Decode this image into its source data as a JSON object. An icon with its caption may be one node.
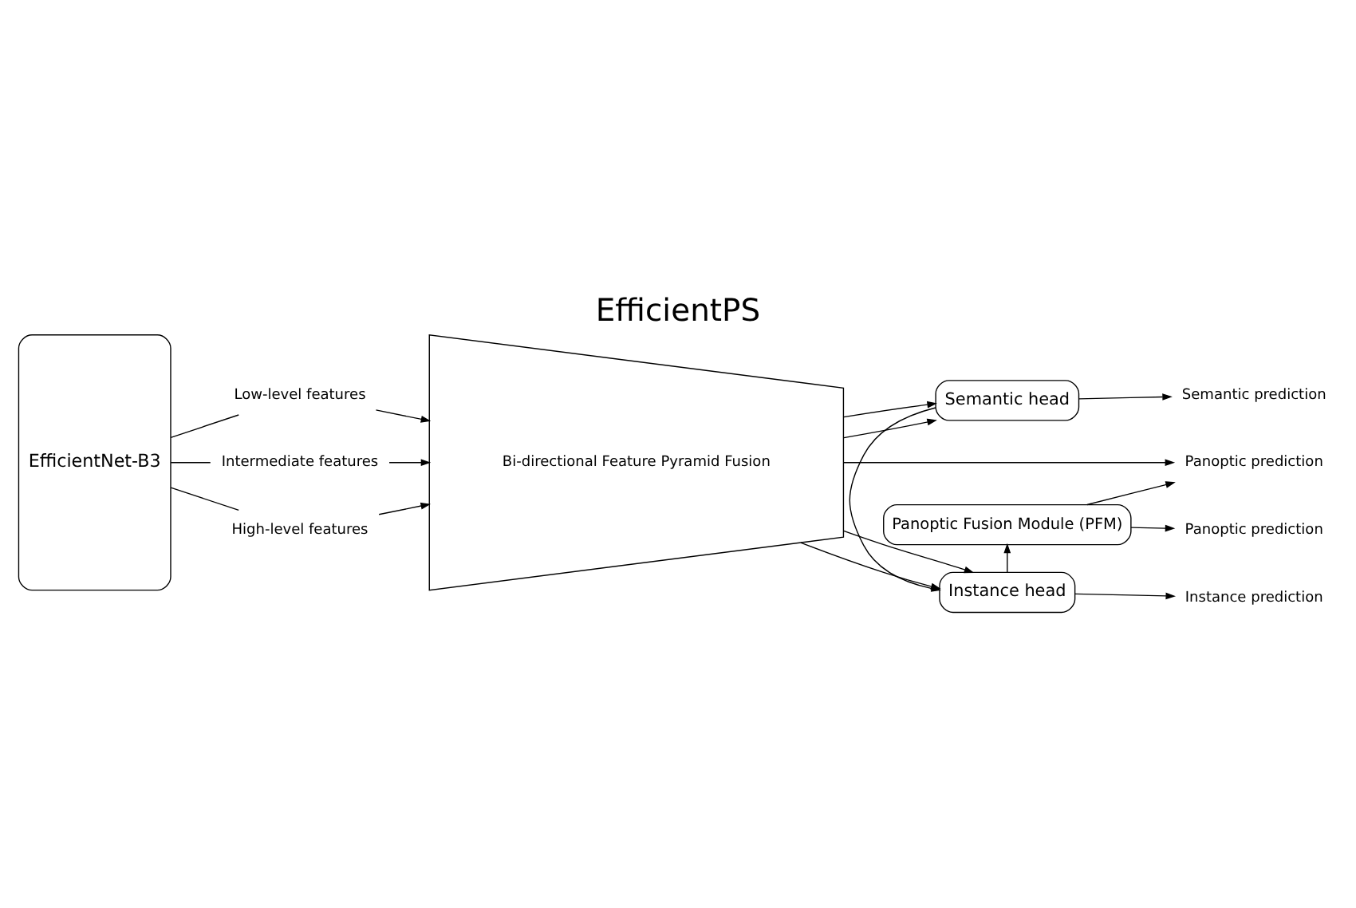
{
  "diagram": {
    "title": "EfficientPS",
    "nodes": [
      {
        "text": [
          "EfficientNet-B3"
        ]
      },
      {
        "text": [
          "Low-level features"
        ]
      },
      {
        "text": [
          "Intermediate features"
        ]
      },
      {
        "text": [
          "High-level features"
        ]
      },
      {
        "text": [
          "Bi-directional Feature Pyramid Fusion"
        ]
      },
      {
        "text": [
          "Semantic head"
        ]
      },
      {
        "text": [
          "Instance head"
        ]
      },
      {
        "text": [
          "Panoptic Fusion Module (PFM)"
        ]
      },
      {
        "text": [
          "Semantic prediction"
        ]
      },
      {
        "text": [
          "Instance prediction"
        ]
      },
      {
        "text": [
          "Panoptic prediction"
        ]
      },
      {
        "text": [
          "Panoptic prediction"
        ]
      }
    ],
    "edges": [
      {
        "from": 0,
        "to": 1,
        "arrow": "none"
      },
      {
        "from": 0,
        "to": 2,
        "arrow": "none"
      },
      {
        "from": 0,
        "to": 3,
        "arrow": "none"
      },
      {
        "from": 1,
        "to": 4,
        "arrow": "to"
      },
      {
        "from": 2,
        "to": 4,
        "arrow": "to"
      },
      {
        "from": 3,
        "to": 4,
        "arrow": "to"
      },
      {
        "from": 4,
        "to": 5,
        "arrow": "to"
      },
      {
        "from": 4,
        "to": 5,
        "arrow": "to"
      },
      {
        "from": 4,
        "to": 6,
        "arrow": "to"
      },
      {
        "from": 4,
        "to": 6,
        "arrow": "to"
      },
      {
        "from": 5,
        "to": 6,
        "arrow": "to"
      },
      {
        "from": 6,
        "to": 7,
        "arrow": "to"
      },
      {
        "from": 5,
        "to": 8,
        "arrow": "to"
      },
      {
        "from": 6,
        "to": 9,
        "arrow": "to"
      },
      {
        "from": 7,
        "to": 10,
        "arrow": "to"
      },
      {
        "from": 7,
        "to": 11,
        "arrow": "to"
      },
      {
        "from": 4,
        "to": 11,
        "arrow": "to"
      }
    ]
  }
}
